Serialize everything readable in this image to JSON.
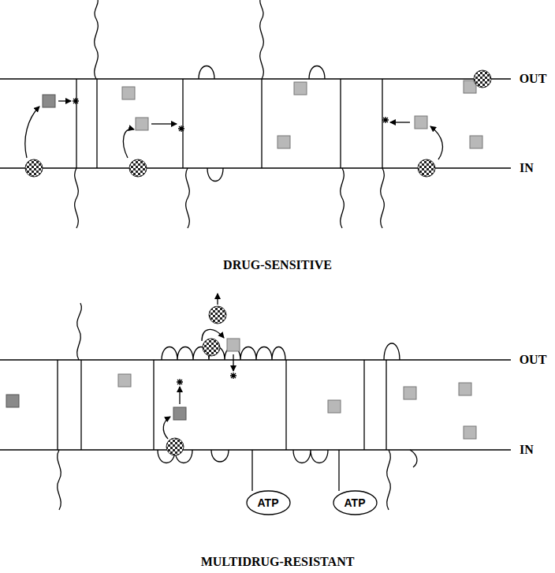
{
  "diagram": {
    "nodes": [
      {
        "text": [
          "ATP"
        ]
      },
      {
        "text": [
          "ATP"
        ]
      }
    ],
    "labels": [
      "OUT",
      "IN",
      "DRUG-SENSITIVE",
      "OUT",
      "IN",
      "MULTIDRUG-RESISTANT"
    ]
  }
}
